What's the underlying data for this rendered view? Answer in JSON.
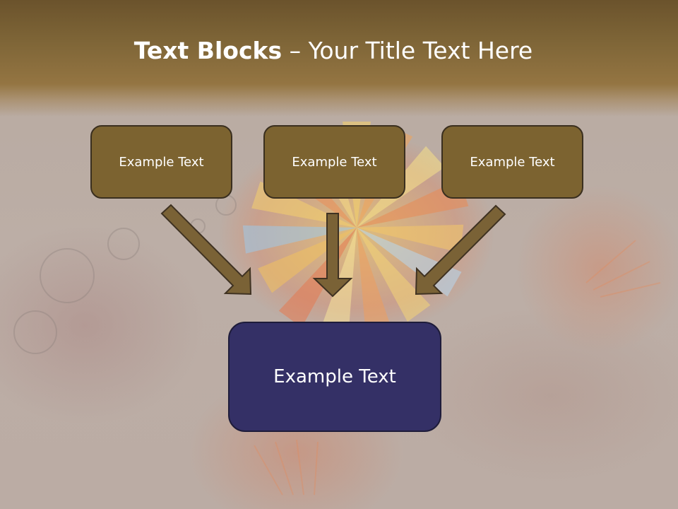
{
  "title": {
    "bold": "Text Blocks",
    "dash": " – ",
    "rest": "Your Title Text Here"
  },
  "blocks": [
    {
      "label": "Example Text"
    },
    {
      "label": "Example Text"
    },
    {
      "label": "Example Text"
    }
  ],
  "target": {
    "label": "Example Text"
  },
  "colors": {
    "title_band": "#8a6d3b",
    "block_fill": "#7c6330",
    "target_fill": "#343066",
    "arrow_fill": "#7a6236",
    "arrow_stroke": "#3f3222"
  }
}
